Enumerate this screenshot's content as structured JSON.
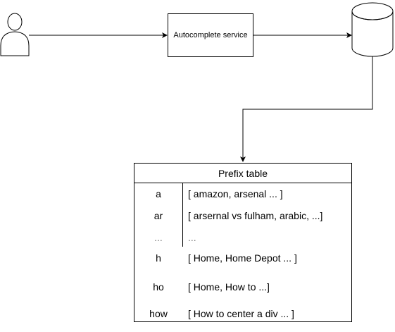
{
  "service": {
    "label": "Autocomplete service"
  },
  "prefix_table": {
    "title": "Prefix table",
    "rows": [
      {
        "key": "a",
        "value": "[ amazon, arsenal ... ]"
      },
      {
        "key": "ar",
        "value": "[ arsernal vs fulham, arabic, ...]"
      },
      {
        "key": "...",
        "value": "..."
      },
      {
        "key": "h",
        "value": "[ Home, Home Depot ... ]"
      },
      {
        "key": "ho",
        "value": "[ Home, How to ...]"
      },
      {
        "key": "how",
        "value": "[ How to center a div ... ]"
      }
    ]
  }
}
